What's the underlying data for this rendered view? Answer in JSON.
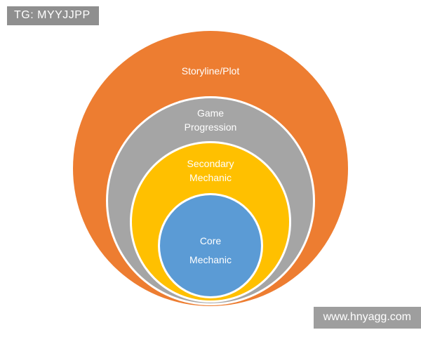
{
  "overlays": {
    "tag": "TG: MYYJJPP",
    "watermark": "www.hnyagg.com"
  },
  "diagram": {
    "type": "nested-circles",
    "description": "Concentric game-design layers, outermost to innermost",
    "rings": [
      {
        "label": "Storyline/Plot",
        "color": "#ED7D31"
      },
      {
        "label": "Game\nProgression",
        "color": "#A5A5A5"
      },
      {
        "label": "Secondary\nMechanic",
        "color": "#FFC000"
      },
      {
        "label": "Core\nMechanic",
        "color": "#5B9BD5"
      }
    ]
  }
}
